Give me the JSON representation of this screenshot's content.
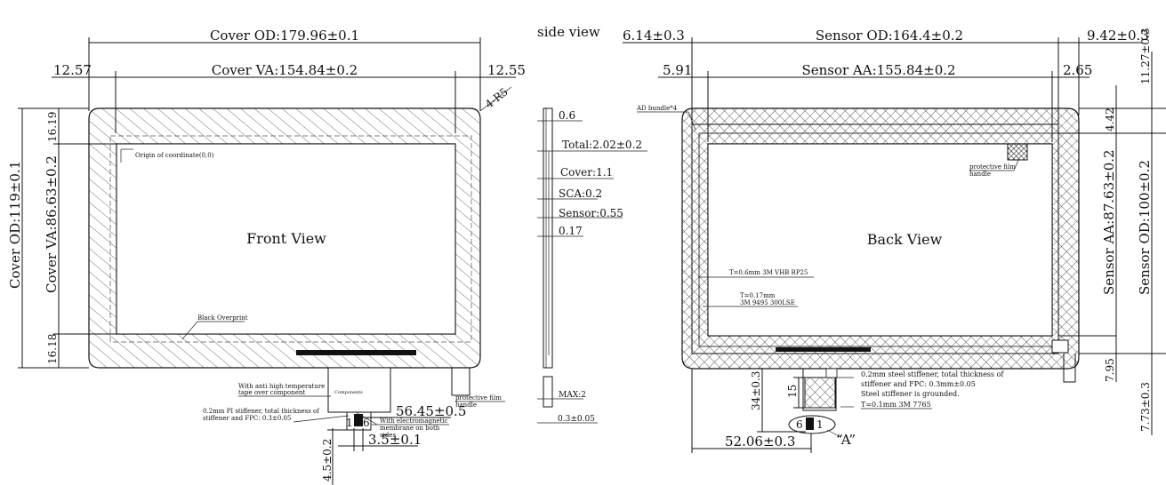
{
  "header": {
    "side_view_title": "side view"
  },
  "front": {
    "title": "Front View",
    "cover_od": "Cover OD:179.96±0.1",
    "cover_va": "Cover VA:154.84±0.2",
    "left_margin": "12.57",
    "right_margin": "12.55",
    "corner_radius": "4-R5",
    "top_margin": "16.19",
    "bottom_margin": "16.18",
    "height_od": "Cover OD:119±0.1",
    "height_va": "Cover VA:86.63±0.2",
    "origin_note": "Origin of coordinate(0,0)",
    "black_overprint": "Black Overprint",
    "tape_note_1": "With anti high temperature",
    "tape_note_2": "tape over component",
    "components": "Components",
    "protective_film": "protective film",
    "protective_film_2": "handle",
    "pi_stiffener_1": "0.2mm PI stiffener, total thickness of",
    "pi_stiffener_2": "stiffener and FPC: 0.3±0.05",
    "emi_1": "With electromagnetic",
    "emi_2": "membrane on both",
    "emi_3": "sides",
    "pin_left": "1",
    "pin_right": "6",
    "fpc_offset": "56.45±0.5",
    "fpc_width": "3.5±0.1",
    "fpc_len": "4.5±0.2"
  },
  "side": {
    "d1": "0.6",
    "total": "Total:2.02±0.2",
    "cover": "Cover:1.1",
    "sca": "SCA:0.2",
    "sensor": "Sensor:0.55",
    "d5": "0.17",
    "max": "MAX:2",
    "fpc_t": "0.3±0.05"
  },
  "back": {
    "title": "Back View",
    "left_od": "6.14±0.3",
    "sensor_od": "Sensor OD:164.4±0.2",
    "right_od": "9.42±0.3",
    "left_aa": "5.91",
    "sensor_aa": "Sensor AA:155.84±0.2",
    "right_aa": "2.65",
    "ad_bundle": "AD bundle*4",
    "top_od": "11.27±0.3",
    "top_aa": "4.42",
    "height_aa": "Sensor AA:87.63±0.2",
    "height_od": "Sensor OD:100±0.2",
    "bottom_aa": "7.95",
    "bottom_od": "7.73±0.3",
    "film_1": "protective film",
    "film_2": "handle",
    "tape_1": "T=0.6mm 3M VHB RP25",
    "tape_2a": "T=0.17mm",
    "tape_2b": "3M 9495 300LSE",
    "steel_1": "0.2mm steel stiffener, total thickness of",
    "steel_2": "stiffener and FPC: 0.3mm±0.05",
    "steel_3": "Steel stiffener is grounded.",
    "tape_3": "T=0.1mm 3M 7765",
    "fpc_len": "34±0.3",
    "fpc_w": "15",
    "pin_left": "6",
    "pin_right": "1",
    "detail": "“A”",
    "fpc_offset": "52.06±0.3"
  }
}
